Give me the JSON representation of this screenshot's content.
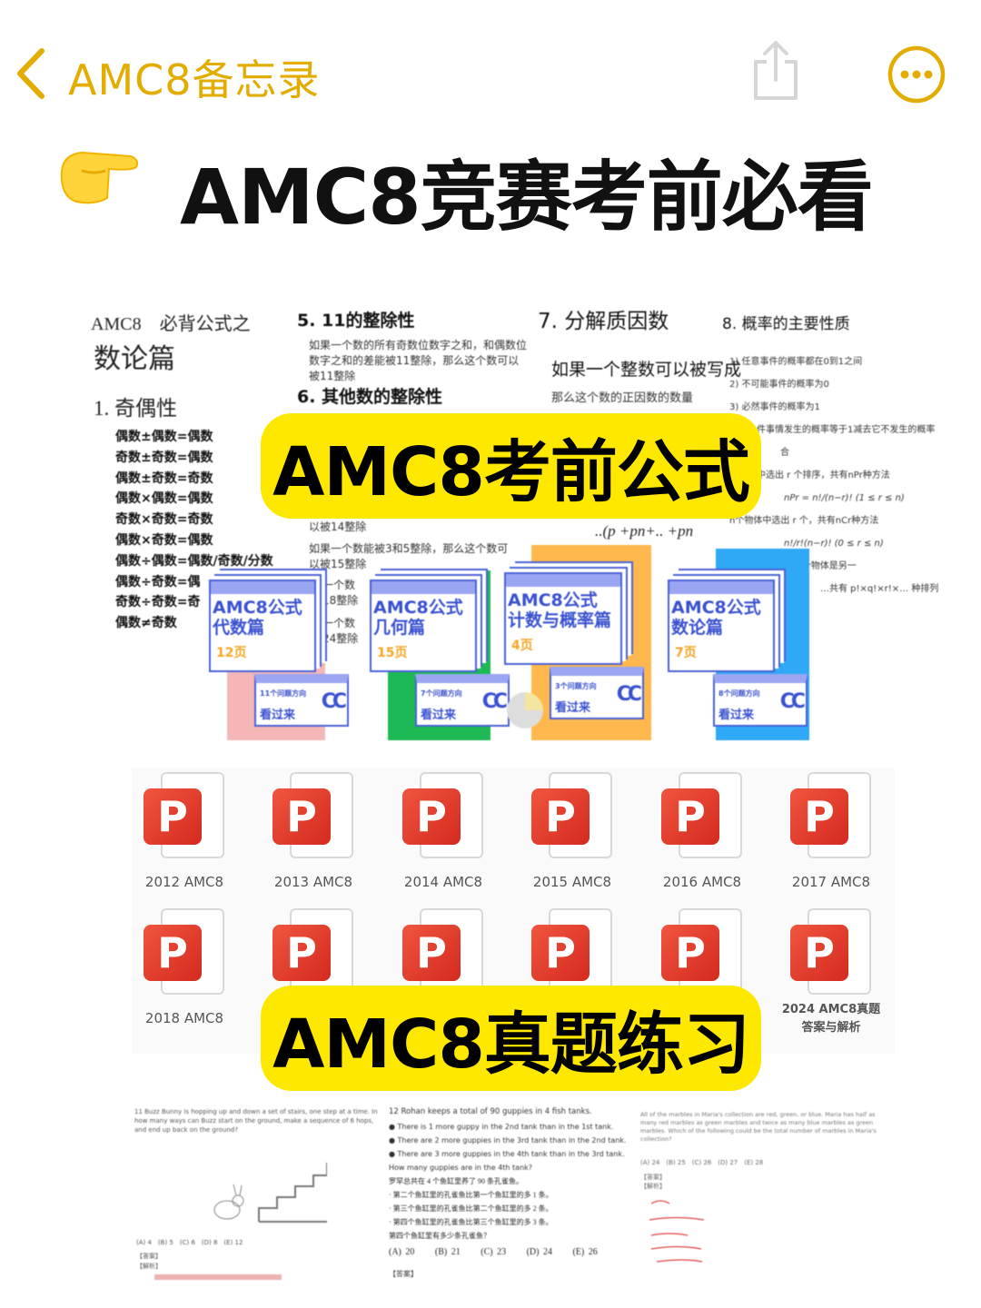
{
  "nav": {
    "back_label": "AMC8备忘录",
    "accent": "#E3AC00"
  },
  "note": {
    "title": "AMC8竞赛考前必看",
    "title_icon": "pointing-hand-emoji",
    "banner1": "AMC8考前公式",
    "banner2": "AMC8真题练习"
  },
  "collage": {
    "col1": {
      "h1": "AMC8　必背公式之",
      "h2": "数论篇",
      "sec": "1. 奇偶性",
      "rules": [
        "偶数±偶数=偶数",
        "奇数±奇数=偶数",
        "偶数±奇数=奇数",
        "偶数×偶数=偶数",
        "奇数×奇数=奇数",
        "偶数×奇数=偶数",
        "偶数÷偶数=偶数/奇数/分数",
        "偶数÷奇数=偶",
        "奇数÷奇数=奇",
        "偶数≠奇数"
      ]
    },
    "col2": {
      "sec": "5. 11的整除性",
      "p1": "如果一个数的所有奇数位数字之和，和偶数位数字之和的差能被11整除，那么这个数可以被11整除",
      "sec2": "6. 其他数的整除性",
      "p2": "以被14整除",
      "p3": "如果一个数能被3和5整除，那么这个数可以被15整除",
      "p4": "果一个数 被18整除",
      "p5": "果一个数 被24整除"
    },
    "col3": {
      "sec": "7. 分解质因数",
      "p1": "如果一个整数可以被写成",
      "p2": "那么这个数的正因数的数量",
      "formula": "..(p +pn+.. +pn"
    },
    "col4": {
      "sec": "8. 概率的主要性质",
      "items": [
        "1) 任意事件的概率都在0到1之间",
        "2) 不可能事件的概率为0",
        "3) 必然事件的概率为1",
        "件事情发生的概率等于1减去它不发生的概率",
        "合",
        "中选出 r 个排序，共有nPr种方法",
        "n个物体中选出 r 个，共有nCr种方法",
        "个物体是一类，m个物体是另一",
        "…共有",
        "种排列"
      ]
    },
    "cards": [
      {
        "title1": "AMC8公式",
        "title2": "代数篇",
        "pages": "12页",
        "questions": "11个问题方向",
        "cta": "看过来",
        "color": "#F4B6B6"
      },
      {
        "title1": "AMC8公式",
        "title2": "几何篇",
        "pages": "15页",
        "questions": "7个问题方向",
        "cta": "看过来",
        "color": "#1DB954"
      },
      {
        "title1": "AMC8公式",
        "title2": "计数与概率篇",
        "pages": "4页",
        "questions": "3个问题方向",
        "cta": "看过来",
        "color": "#FFB84D"
      },
      {
        "title1": "AMC8公式",
        "title2": "数论篇",
        "pages": "7页",
        "questions": "8个问题方向",
        "cta": "看过来",
        "color": "#2FA8F5"
      }
    ]
  },
  "files": [
    "2012 AMC8",
    "2013 AMC8",
    "2014 AMC8",
    "2015 AMC8",
    "2016 AMC8",
    "2017 AMC8",
    "2018 AMC8",
    "",
    "",
    "",
    "",
    "2024 AMC8真题 答案与解析"
  ],
  "problems": {
    "p1": {
      "text": "11 Buzz Bunny is hopping up and down a set of stairs, one step at a time. In how many ways can Buzz start on the ground, make a sequence of 6 hops, and end up back on the ground?",
      "choices": "(A) 4　(B) 5　(C) 6　(D) 8　(E) 12",
      "answer": "【答案】",
      "analysis": "【解析】"
    },
    "p2": {
      "q": "12 Rohan keeps a total of 90 guppies in 4 fish tanks.",
      "bullets": [
        "There is 1 more guppy in the 2nd tank than in the 1st tank.",
        "There are 2 more guppies in the 3rd tank than in the 2nd tank.",
        "There are 3 more guppies in the 4th tank than in the 3rd tank."
      ],
      "ask": "How many guppies are in the 4th tank?",
      "cn": [
        "罗罕总共在 4 个鱼缸里养了 90 条孔雀鱼。",
        "· 第二个鱼缸里的孔雀鱼比第一个鱼缸里的多 1 条。",
        "· 第三个鱼缸里的孔雀鱼比第二个鱼缸里的多 2 条。",
        "· 第四个鱼缸里的孔雀鱼比第三个鱼缸里的多 3 条。",
        "第四个鱼缸里有多少条孔雀鱼？"
      ],
      "choices": [
        "(A) 20",
        "(B) 21",
        "(C) 23",
        "(D) 24",
        "(E) 26"
      ],
      "answer": "【答案】"
    },
    "p3": {
      "text": "All of the marbles in Maria's collection are red, green, or blue. Maria has half as many red marbles as green marbles and twice as many blue marbles as green marbles. Which of the following could be the total number of marbles in Maria's collection?",
      "choices": "(A) 24　(B) 25　(C) 26　(D) 27　(E) 28",
      "answer": "【答案】",
      "analysis": "【解析】"
    }
  }
}
